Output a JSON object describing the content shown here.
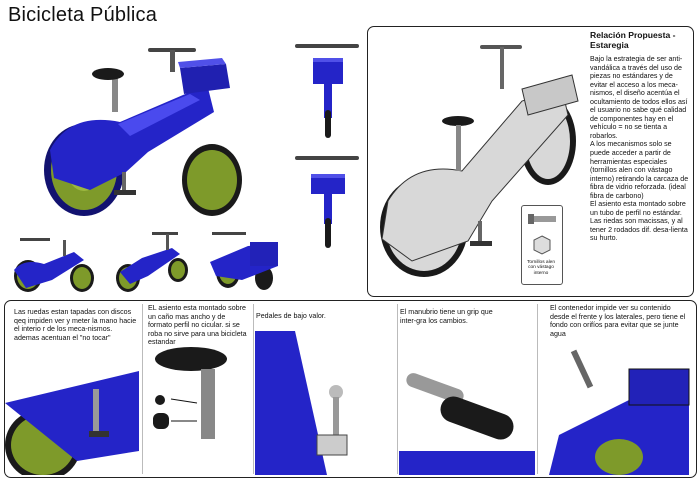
{
  "page": {
    "title": "Bicicleta Pública"
  },
  "proposal": {
    "title_lines": [
      "Relación Propuesta -",
      "Estaregia"
    ],
    "paragraphs": [
      "Bajo la estrategia de ser anti-vandálica  a través del uso de piezas no estándares y de evitar el acceso a los meca-nismos, el diseño acentúa el ocultamiento de todos ellos así el usuario no sabe qué calidad de componentes hay en el vehículo = no se tienta a robarlos.",
      "A los mecanismos solo se puede acceder a partir de herramientas especiales (tornillos alen con vástago interno) retirando la carcaza de fibra de vidrio reforzada. (ideal fibra de carbono)",
      "El asiento esta montado sobre un tubo de perfil no estándar.",
      "Las riedas son macissas, y al tener 2 rodados dif. desa-lienta su hurto."
    ],
    "screw_caption": "Tornillos alen con vástago interno"
  },
  "details": [
    {
      "id": "wheels",
      "text": "Las ruedas estan tapadas con discos qeq impiden ver y meter la mano hacie el interio r de los meca-nismos. ademas acentuan el \"no tocar\""
    },
    {
      "id": "seat",
      "text": "EL asiento esta montado sobre un caño mas ancho y de formato perfil no cicular. si se roba no sirve para una bicicleta estandar"
    },
    {
      "id": "pedals",
      "text": "Pedales  de bajo valor."
    },
    {
      "id": "handlebar",
      "text": "El manubrio tiene un grip  que inter-gra los cambios."
    },
    {
      "id": "container",
      "text": "El contenedor impide ver su contenido desde el frente y los laterales, pero tiene el fondo con orifíos para evitar que se junte agua"
    }
  ],
  "colors": {
    "body_blue": "#2424c8",
    "body_dark": "#121270",
    "wheel_green": "#7e9a2a",
    "tire": "#1a1a1a",
    "gray_model": "#d8d8d8"
  }
}
